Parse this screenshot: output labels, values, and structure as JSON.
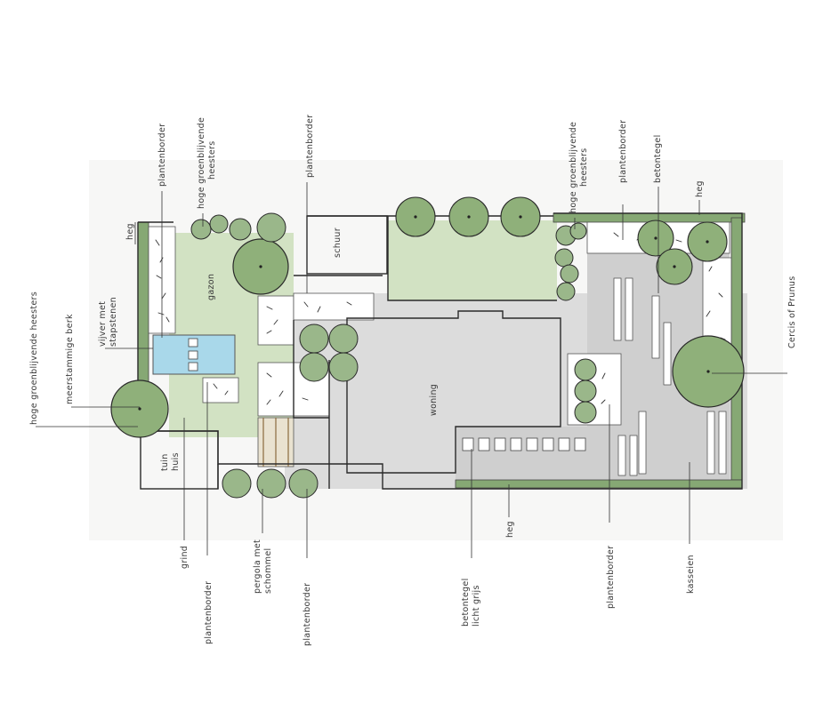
{
  "labels": {
    "hoge_groenblijvende_heesters_left": "hoge groenblijvende heesters",
    "meerstammige_berk": "meerstammige berk",
    "vijver_line1": "vijver met",
    "vijver_line2": "stapstenen",
    "heg_top_left": "heg",
    "plantenborder_top_left": "plantenborder",
    "hoge_groenblijvende_top_line1": "hoge groenblijvende",
    "hoge_groenblijvende_top_line2": "heesters",
    "plantenborder_top_mid": "plantenborder",
    "hoge_groenblijvende_right_line1": "hoge groenblijvende",
    "hoge_groenblijvende_right_line2": "heesters",
    "plantenborder_top_right": "plantenborder",
    "betontegel_top": "betontegel",
    "heg_top_right": "heg",
    "cercis": "Cercis of Prunus",
    "gazon": "gazon",
    "schuur": "schuur",
    "woning": "woning",
    "tuinhuis_line1": "tuin",
    "tuinhuis_line2": "huis",
    "grind": "grind",
    "plantenborder_bottom_left": "plantenborder",
    "pergola_line1": "pergola met",
    "pergola_line2": "schommel",
    "plantenborder_bottom_mid": "plantenborder",
    "heg_bottom": "heg",
    "betontegel_licht_line1": "betontegel",
    "betontegel_licht_line2": "licht grijs",
    "plantenborder_bottom_right": "plantenborder",
    "kasseien": "kasseien"
  },
  "colors": {
    "lawn": "#d2e2c3",
    "tree": "#8fb07a",
    "hedge": "#86a874",
    "water": "#a9d8ea",
    "paving": "#dcdcdc"
  }
}
